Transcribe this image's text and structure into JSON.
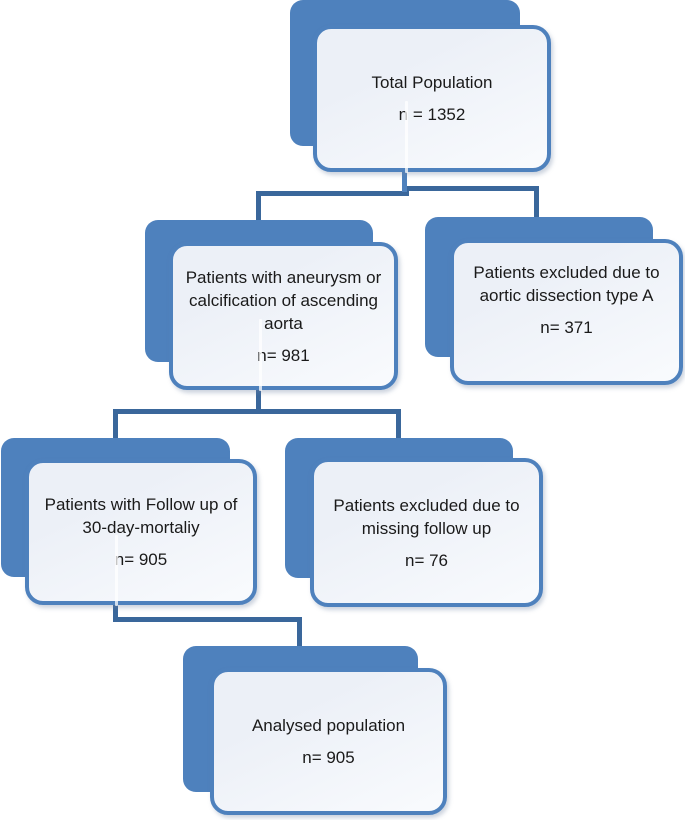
{
  "colors": {
    "node-shadow": "#4E81BD",
    "node-border": "#4E81BD",
    "node-fill": "#ECF0F7",
    "connector": "#3A679B",
    "text": "#1A1A1A"
  },
  "nodes": [
    {
      "id": "total-population",
      "lines": [
        "Total Population"
      ],
      "n": "n = 1352"
    },
    {
      "id": "aneurysm-calcification",
      "lines": [
        "Patients with aneurysm or",
        "calcification of ascending",
        "aorta"
      ],
      "n": "n= 981"
    },
    {
      "id": "excluded-aortic-dissection",
      "lines": [
        "Patients excluded due to",
        "aortic dissection type A"
      ],
      "n": "n= 371"
    },
    {
      "id": "follow-up-30-day",
      "lines": [
        "Patients with Follow up of",
        "30-day-mortaliy"
      ],
      "n": "n= 905"
    },
    {
      "id": "excluded-missing-follow-up",
      "lines": [
        "Patients excluded due to",
        "missing follow up"
      ],
      "n": "n= 76"
    },
    {
      "id": "analysed-population",
      "lines": [
        "Analysed population"
      ],
      "n": "n= 905"
    }
  ],
  "edges": [
    {
      "from": "total-population",
      "to": "aneurysm-calcification"
    },
    {
      "from": "total-population",
      "to": "excluded-aortic-dissection"
    },
    {
      "from": "aneurysm-calcification",
      "to": "follow-up-30-day"
    },
    {
      "from": "aneurysm-calcification",
      "to": "excluded-missing-follow-up"
    },
    {
      "from": "follow-up-30-day",
      "to": "analysed-population"
    }
  ]
}
